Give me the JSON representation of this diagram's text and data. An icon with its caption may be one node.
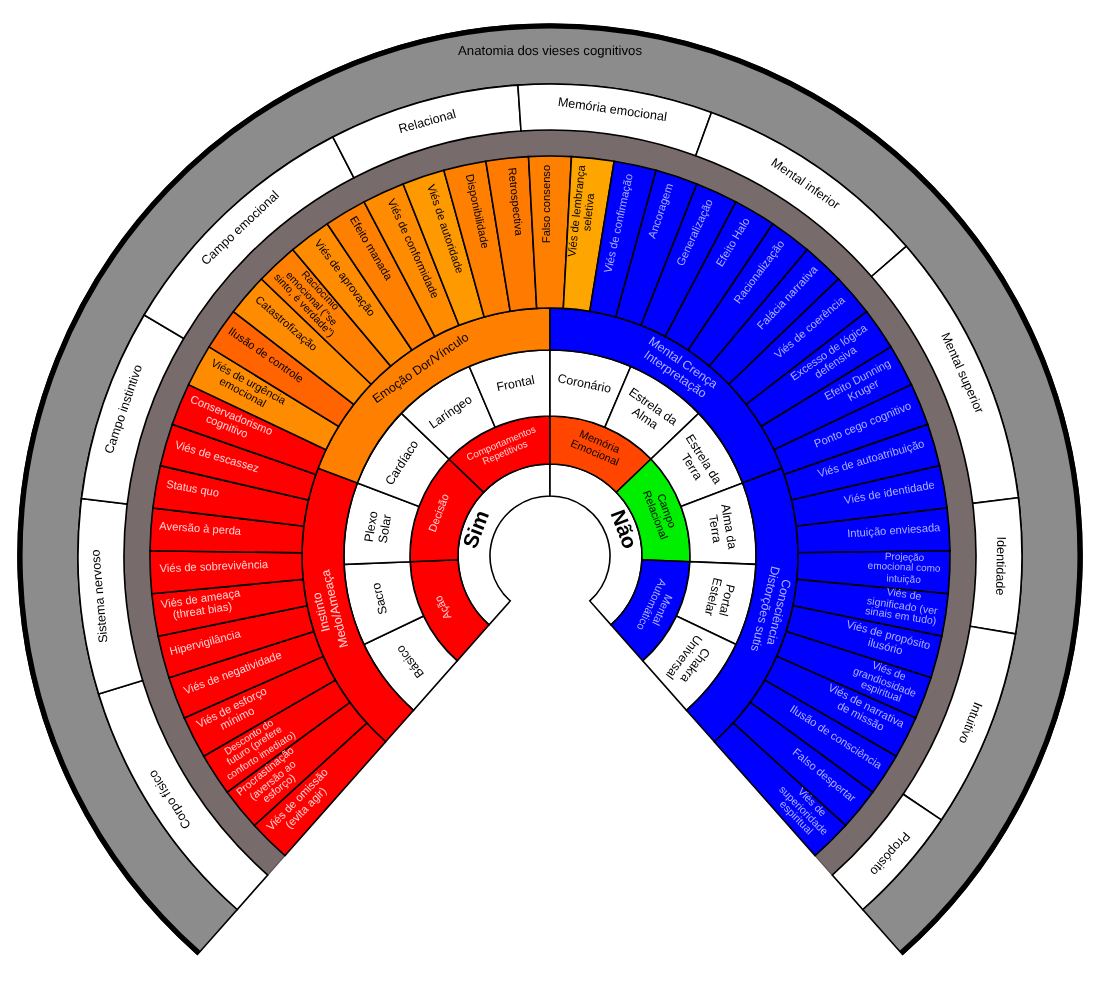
{
  "diagram": {
    "nodes": [
      {
        "text": [
          "Anatomia dos vieses cognitivos"
        ]
      },
      {
        "text": [
          "Sim"
        ]
      },
      {
        "text": [
          "Não"
        ]
      },
      {
        "text": [
          "Ação"
        ]
      },
      {
        "text": [
          "Decisão"
        ]
      },
      {
        "text": [
          "Comportamentos Repetitivos"
        ]
      },
      {
        "text": [
          "Memória Emocional"
        ]
      },
      {
        "text": [
          "Campo Relacional"
        ]
      },
      {
        "text": [
          "Mental Automático"
        ]
      },
      {
        "text": [
          "Básico"
        ]
      },
      {
        "text": [
          "Sacro"
        ]
      },
      {
        "text": [
          "Plexo Solar"
        ]
      },
      {
        "text": [
          "Cardíaco"
        ]
      },
      {
        "text": [
          "Laríngeo"
        ]
      },
      {
        "text": [
          "Frontal"
        ]
      },
      {
        "text": [
          "Coronário"
        ]
      },
      {
        "text": [
          "Estrela da Alma"
        ]
      },
      {
        "text": [
          "Estrela da Terra"
        ]
      },
      {
        "text": [
          "Alma da Terra"
        ]
      },
      {
        "text": [
          "Portal Estelar"
        ]
      },
      {
        "text": [
          "Chakra Universal"
        ]
      },
      {
        "text": [
          "Instinto Medo/Ameaça"
        ]
      },
      {
        "text": [
          "Emoção Dor/Vínculo"
        ]
      },
      {
        "text": [
          "Mental Crença Interpretação"
        ]
      },
      {
        "text": [
          "Consciência Distorções sutis"
        ]
      },
      {
        "text": [
          "Viés de omissão (evita agir)"
        ]
      },
      {
        "text": [
          "Procrastinação (aversão ao esforço)"
        ]
      },
      {
        "text": [
          "Desconto do futuro (prefere conforto imediato)"
        ]
      },
      {
        "text": [
          "Viés de esforço mínimo"
        ]
      },
      {
        "text": [
          "Viés de negatividade"
        ]
      },
      {
        "text": [
          "Hipervigilância"
        ]
      },
      {
        "text": [
          "Viés de ameaça (threat bias)"
        ]
      },
      {
        "text": [
          "Viés de sobrevivência"
        ]
      },
      {
        "text": [
          "Aversão à perda"
        ]
      },
      {
        "text": [
          "Status quo"
        ]
      },
      {
        "text": [
          "Viés de escassez"
        ]
      },
      {
        "text": [
          "Conservadorismo cognitivo"
        ]
      },
      {
        "text": [
          "Viés de urgência emocional"
        ]
      },
      {
        "text": [
          "Ilusão de controle"
        ]
      },
      {
        "text": [
          "Catastrofização"
        ]
      },
      {
        "text": [
          "Raciocínio emocional (\"se sinto, é verdade\")"
        ]
      },
      {
        "text": [
          "Viés de aprovação"
        ]
      },
      {
        "text": [
          "Efeito manada"
        ]
      },
      {
        "text": [
          "Viés de conformidade"
        ]
      },
      {
        "text": [
          "Viés de autoridade"
        ]
      },
      {
        "text": [
          "Disponibilidade"
        ]
      },
      {
        "text": [
          "Retrospectiva"
        ]
      },
      {
        "text": [
          "Falso consenso"
        ]
      },
      {
        "text": [
          "Viés de lembrança seletiva"
        ]
      },
      {
        "text": [
          "Viés de confirmação"
        ]
      },
      {
        "text": [
          "Ancoragem"
        ]
      },
      {
        "text": [
          "Generalização"
        ]
      },
      {
        "text": [
          "Efeito Halo"
        ]
      },
      {
        "text": [
          "Racionalização"
        ]
      },
      {
        "text": [
          "Falácia narrativa"
        ]
      },
      {
        "text": [
          "Viés de coerência"
        ]
      },
      {
        "text": [
          "Excesso de lógica defensiva"
        ]
      },
      {
        "text": [
          "Efeito Dunning Kruger"
        ]
      },
      {
        "text": [
          "Ponto cego cognitivo"
        ]
      },
      {
        "text": [
          "Viés de autoatribuição"
        ]
      },
      {
        "text": [
          "Viés de identidade"
        ]
      },
      {
        "text": [
          "Intuição enviesada"
        ]
      },
      {
        "text": [
          "Projeção emocional como intuição"
        ]
      },
      {
        "text": [
          "Viés de significado (ver sinais em tudo)"
        ]
      },
      {
        "text": [
          "Viés de propósito ilusório"
        ]
      },
      {
        "text": [
          "Viés de grandiosidade espiritual"
        ]
      },
      {
        "text": [
          "Viés de narrativa de missão"
        ]
      },
      {
        "text": [
          "Ilusão de consciência"
        ]
      },
      {
        "text": [
          "Falso despertar"
        ]
      },
      {
        "text": [
          "Viés de superioridade espiritual"
        ]
      },
      {
        "text": [
          "Corpo físico"
        ]
      },
      {
        "text": [
          "Sistema nervoso"
        ]
      },
      {
        "text": [
          "Campo instintivo"
        ]
      },
      {
        "text": [
          "Campo emocional"
        ]
      },
      {
        "text": [
          "Relacional"
        ]
      },
      {
        "text": [
          "Memória emocional"
        ]
      },
      {
        "text": [
          "Mental inferior"
        ]
      },
      {
        "text": [
          "Mental superior"
        ]
      },
      {
        "text": [
          "Identidade"
        ]
      },
      {
        "text": [
          "Intuitivo"
        ]
      },
      {
        "text": [
          "Propósito"
        ]
      }
    ]
  }
}
